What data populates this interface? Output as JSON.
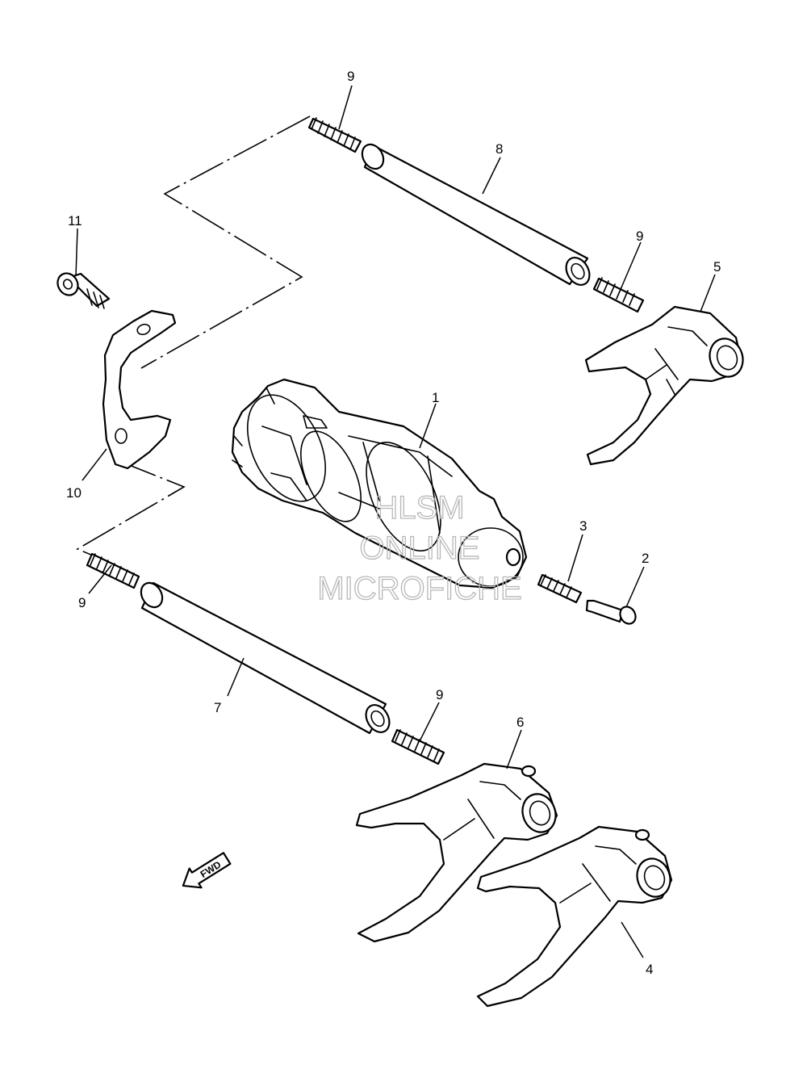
{
  "callouts": {
    "c1": "1",
    "c2": "2",
    "c3": "3",
    "c4": "4",
    "c5": "5",
    "c6": "6",
    "c7": "7",
    "c8": "8",
    "c9a": "9",
    "c9b": "9",
    "c9c": "9",
    "c9d": "9",
    "c10": "10",
    "c11": "11"
  },
  "direction_label": "FWD",
  "watermark": {
    "line1": "HLSM",
    "line2": "ONLINE",
    "line3": "MICROFICHE"
  },
  "colors": {
    "line": "#000000",
    "background": "#ffffff",
    "watermark": "#b8b8b8"
  }
}
